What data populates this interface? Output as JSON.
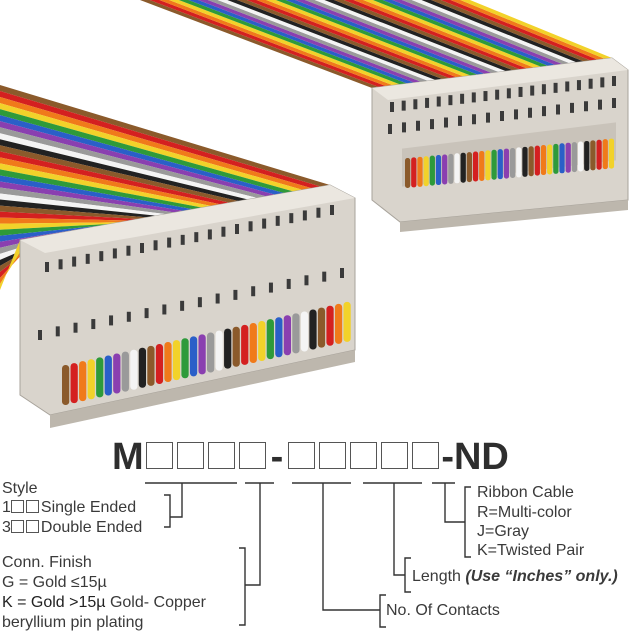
{
  "part_number": {
    "prefix": "M",
    "separator": "-",
    "suffix": "-ND",
    "first_group_boxes": 4,
    "second_group_boxes": 5
  },
  "style": {
    "title": "Style",
    "options": [
      {
        "code": "1",
        "label": "Single Ended"
      },
      {
        "code": "3",
        "label": "Double Ended"
      }
    ]
  },
  "finish": {
    "title": "Conn. Finish",
    "gold_low": "G = Gold ≤15µ",
    "gold_high": "K = Gold >15µ",
    "gold_high_rest": " Gold- Copper",
    "line3": "beryllium pin plating"
  },
  "contacts": {
    "label": "No. Of Contacts"
  },
  "length": {
    "label": "Length ",
    "note": "(Use “Inches” only.)"
  },
  "ribbon": {
    "title": "Ribbon Cable",
    "options": [
      "R=Multi-color",
      "J=Gray",
      "K=Twisted Pair"
    ]
  },
  "cable_colors": [
    "#8b5a2b",
    "#d42020",
    "#f07a1a",
    "#f2d22a",
    "#2e9a3a",
    "#2a5fc8",
    "#8a3fb0",
    "#9a9a9a",
    "#f4f4f4",
    "#222222"
  ]
}
